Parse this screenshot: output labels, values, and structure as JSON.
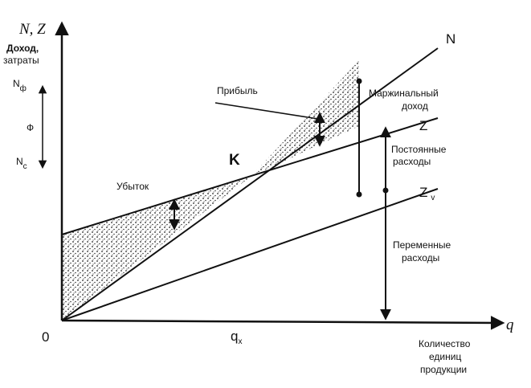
{
  "axes": {
    "y_symbol": "N, Z",
    "y_label_line1": "Доход,",
    "y_label_line2": "затраты",
    "x_symbol": "q",
    "x_label_line1": "Количество",
    "x_label_line2": "единиц",
    "x_label_line3": "продукции",
    "origin": "0",
    "breakeven_q": "q",
    "breakeven_q_sub": "x"
  },
  "lines": {
    "revenue": "N",
    "total_costs": "Z",
    "variable_costs": "Z",
    "variable_costs_sub": "v"
  },
  "point": {
    "breakeven": "K"
  },
  "left_scale": {
    "top": "N",
    "top_sub": "ф",
    "middle": "Ф",
    "bottom": "N",
    "bottom_sub": "c"
  },
  "annotations": {
    "profit": "Прибыль",
    "loss": "Убыток",
    "marginal_line1": "Маржинальный",
    "marginal_line2": "доход",
    "fixed_line1": "Постоянные",
    "fixed_line2": "расходы",
    "variable_line1": "Переменные",
    "variable_line2": "расходы"
  }
}
